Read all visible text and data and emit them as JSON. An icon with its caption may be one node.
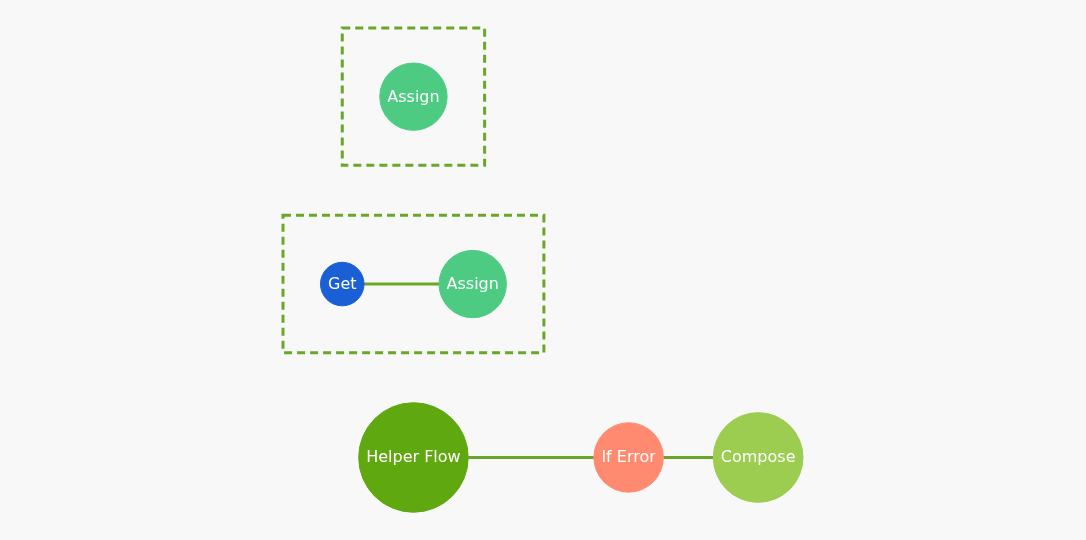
{
  "diagram": {
    "nodes": [
      {
        "text": [
          "Helper Flow"
        ]
      },
      {
        "text": [
          "If Error"
        ]
      },
      {
        "text": [],
        "shape": "box"
      },
      {
        "text": [
          "Get"
        ],
        "in": 2
      },
      {
        "text": [
          "Assign"
        ],
        "in": 2
      },
      {
        "text": [],
        "shape": "box"
      },
      {
        "text": [
          "Assign"
        ],
        "in": 5
      },
      {
        "text": [
          "Compose"
        ]
      }
    ],
    "edges": [
      {
        "from": 0,
        "to": 1,
        "arrow": "none"
      },
      {
        "from": 1,
        "to": 7,
        "arrow": "none"
      },
      {
        "from": 3,
        "to": 4,
        "arrow": "none"
      }
    ]
  }
}
